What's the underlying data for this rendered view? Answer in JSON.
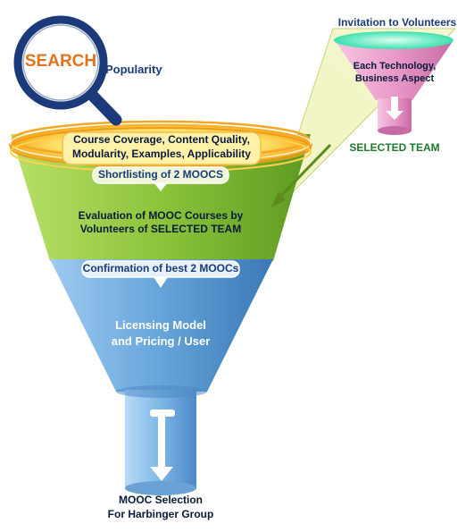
{
  "search": {
    "word": "SEARCH",
    "popularity": "Popularity"
  },
  "top_rim": {
    "line1": "Course Coverage, Content Quality,",
    "line2": "Modularity, Examples, Applicability"
  },
  "green_band": {
    "tab": "Shortlisting of 2 MOOCS",
    "line1": "Evaluation of MOOC Courses by",
    "line2": "Volunteers of SELECTED TEAM"
  },
  "blue_band": {
    "tab": "Confirmation of best 2 MOOCs",
    "line1": "Licensing Model",
    "line2": "and Pricing / User"
  },
  "output": {
    "line1": "MOOC Selection",
    "line2": "For Harbinger Group"
  },
  "volunteers": {
    "title": "Invitation to Volunteers",
    "line1": "Each Technology,",
    "line2": "Business Aspect",
    "team": "SELECTED TEAM"
  },
  "colors": {
    "green": "#8cc43a",
    "blue": "#6aa8dc",
    "rim_yellow": "#ffe066",
    "pink": "#e99ac8",
    "cyan": "#7ff0cc",
    "text_blue": "#1a3a7a",
    "text_green": "#1f7a2e",
    "search_orange": "#e0731c"
  }
}
